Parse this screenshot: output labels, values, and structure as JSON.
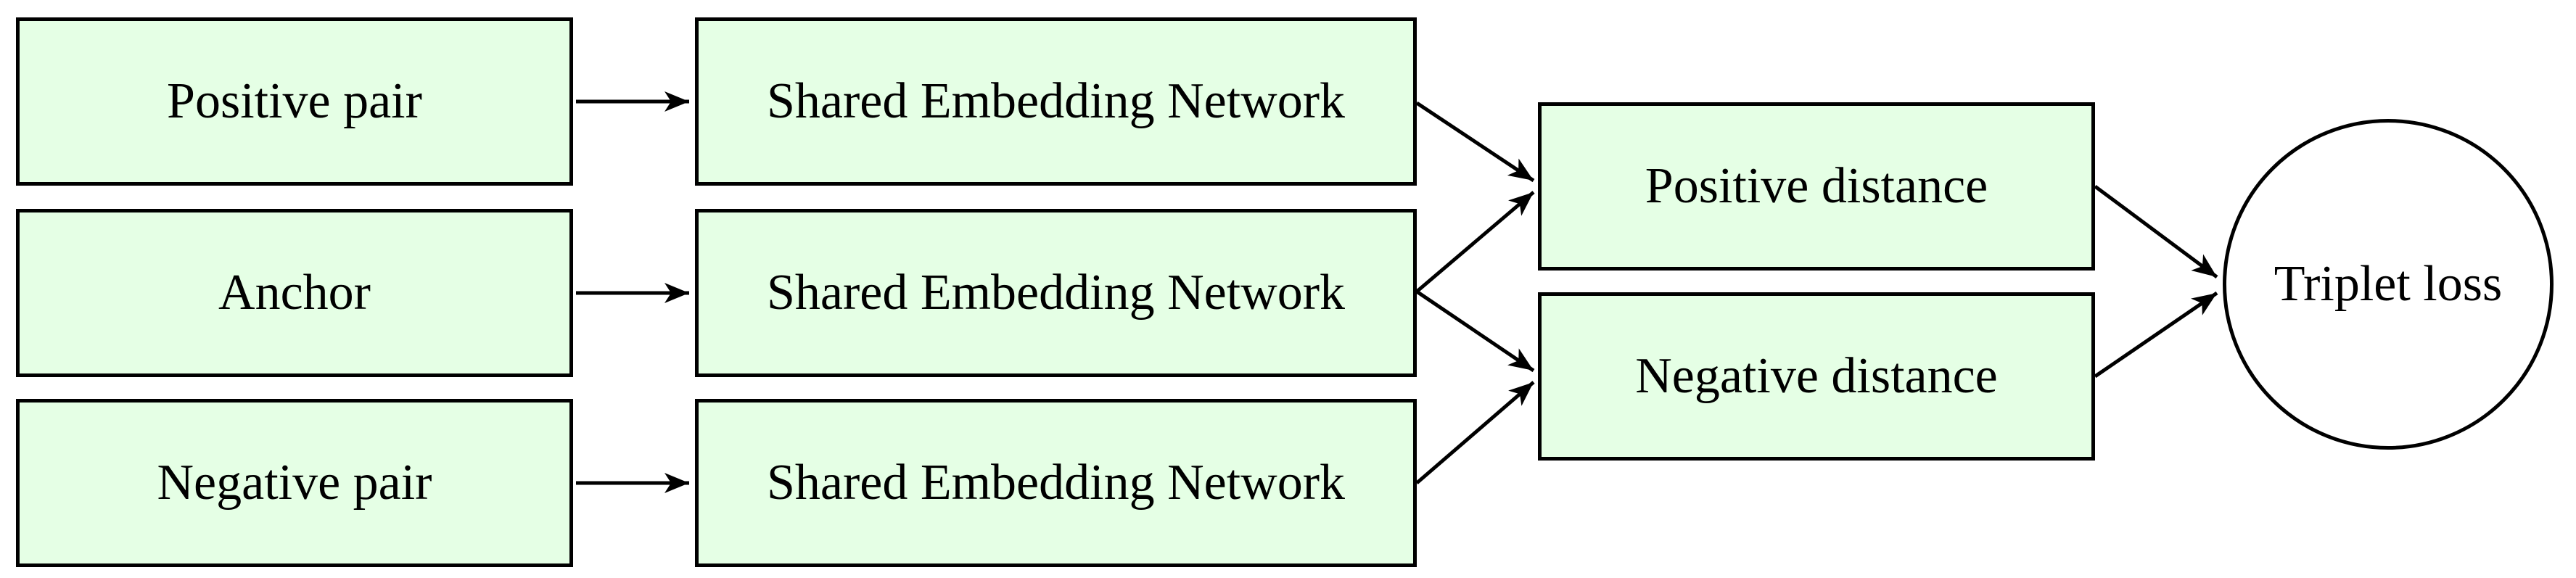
{
  "diagram": {
    "background": "#ffffff",
    "colors": {
      "box_fill": "#e5ffe5",
      "box_border": "#000000",
      "circle_fill": "#ffffff",
      "edge_color": "#000000",
      "text_color": "#000000"
    },
    "nodes": {
      "positive_pair": {
        "label": "Positive pair",
        "shape": "rectangle"
      },
      "anchor": {
        "label": "Anchor",
        "shape": "rectangle"
      },
      "negative_pair": {
        "label": "Negative pair",
        "shape": "rectangle"
      },
      "embedding_top": {
        "label": "Shared Embedding Network",
        "shape": "rectangle"
      },
      "embedding_middle": {
        "label": "Shared Embedding Network",
        "shape": "rectangle"
      },
      "embedding_bottom": {
        "label": "Shared Embedding Network",
        "shape": "rectangle"
      },
      "positive_distance": {
        "label": "Positive distance",
        "shape": "rectangle"
      },
      "negative_distance": {
        "label": "Negative distance",
        "shape": "rectangle"
      },
      "triplet_loss": {
        "label": "Triplet loss",
        "shape": "circle"
      }
    },
    "edges": [
      {
        "from": "positive_pair",
        "to": "embedding_top"
      },
      {
        "from": "anchor",
        "to": "embedding_middle"
      },
      {
        "from": "negative_pair",
        "to": "embedding_bottom"
      },
      {
        "from": "embedding_top",
        "to": "positive_distance"
      },
      {
        "from": "embedding_middle",
        "to": "positive_distance"
      },
      {
        "from": "embedding_middle",
        "to": "negative_distance"
      },
      {
        "from": "embedding_bottom",
        "to": "negative_distance"
      },
      {
        "from": "positive_distance",
        "to": "triplet_loss"
      },
      {
        "from": "negative_distance",
        "to": "triplet_loss"
      }
    ]
  }
}
